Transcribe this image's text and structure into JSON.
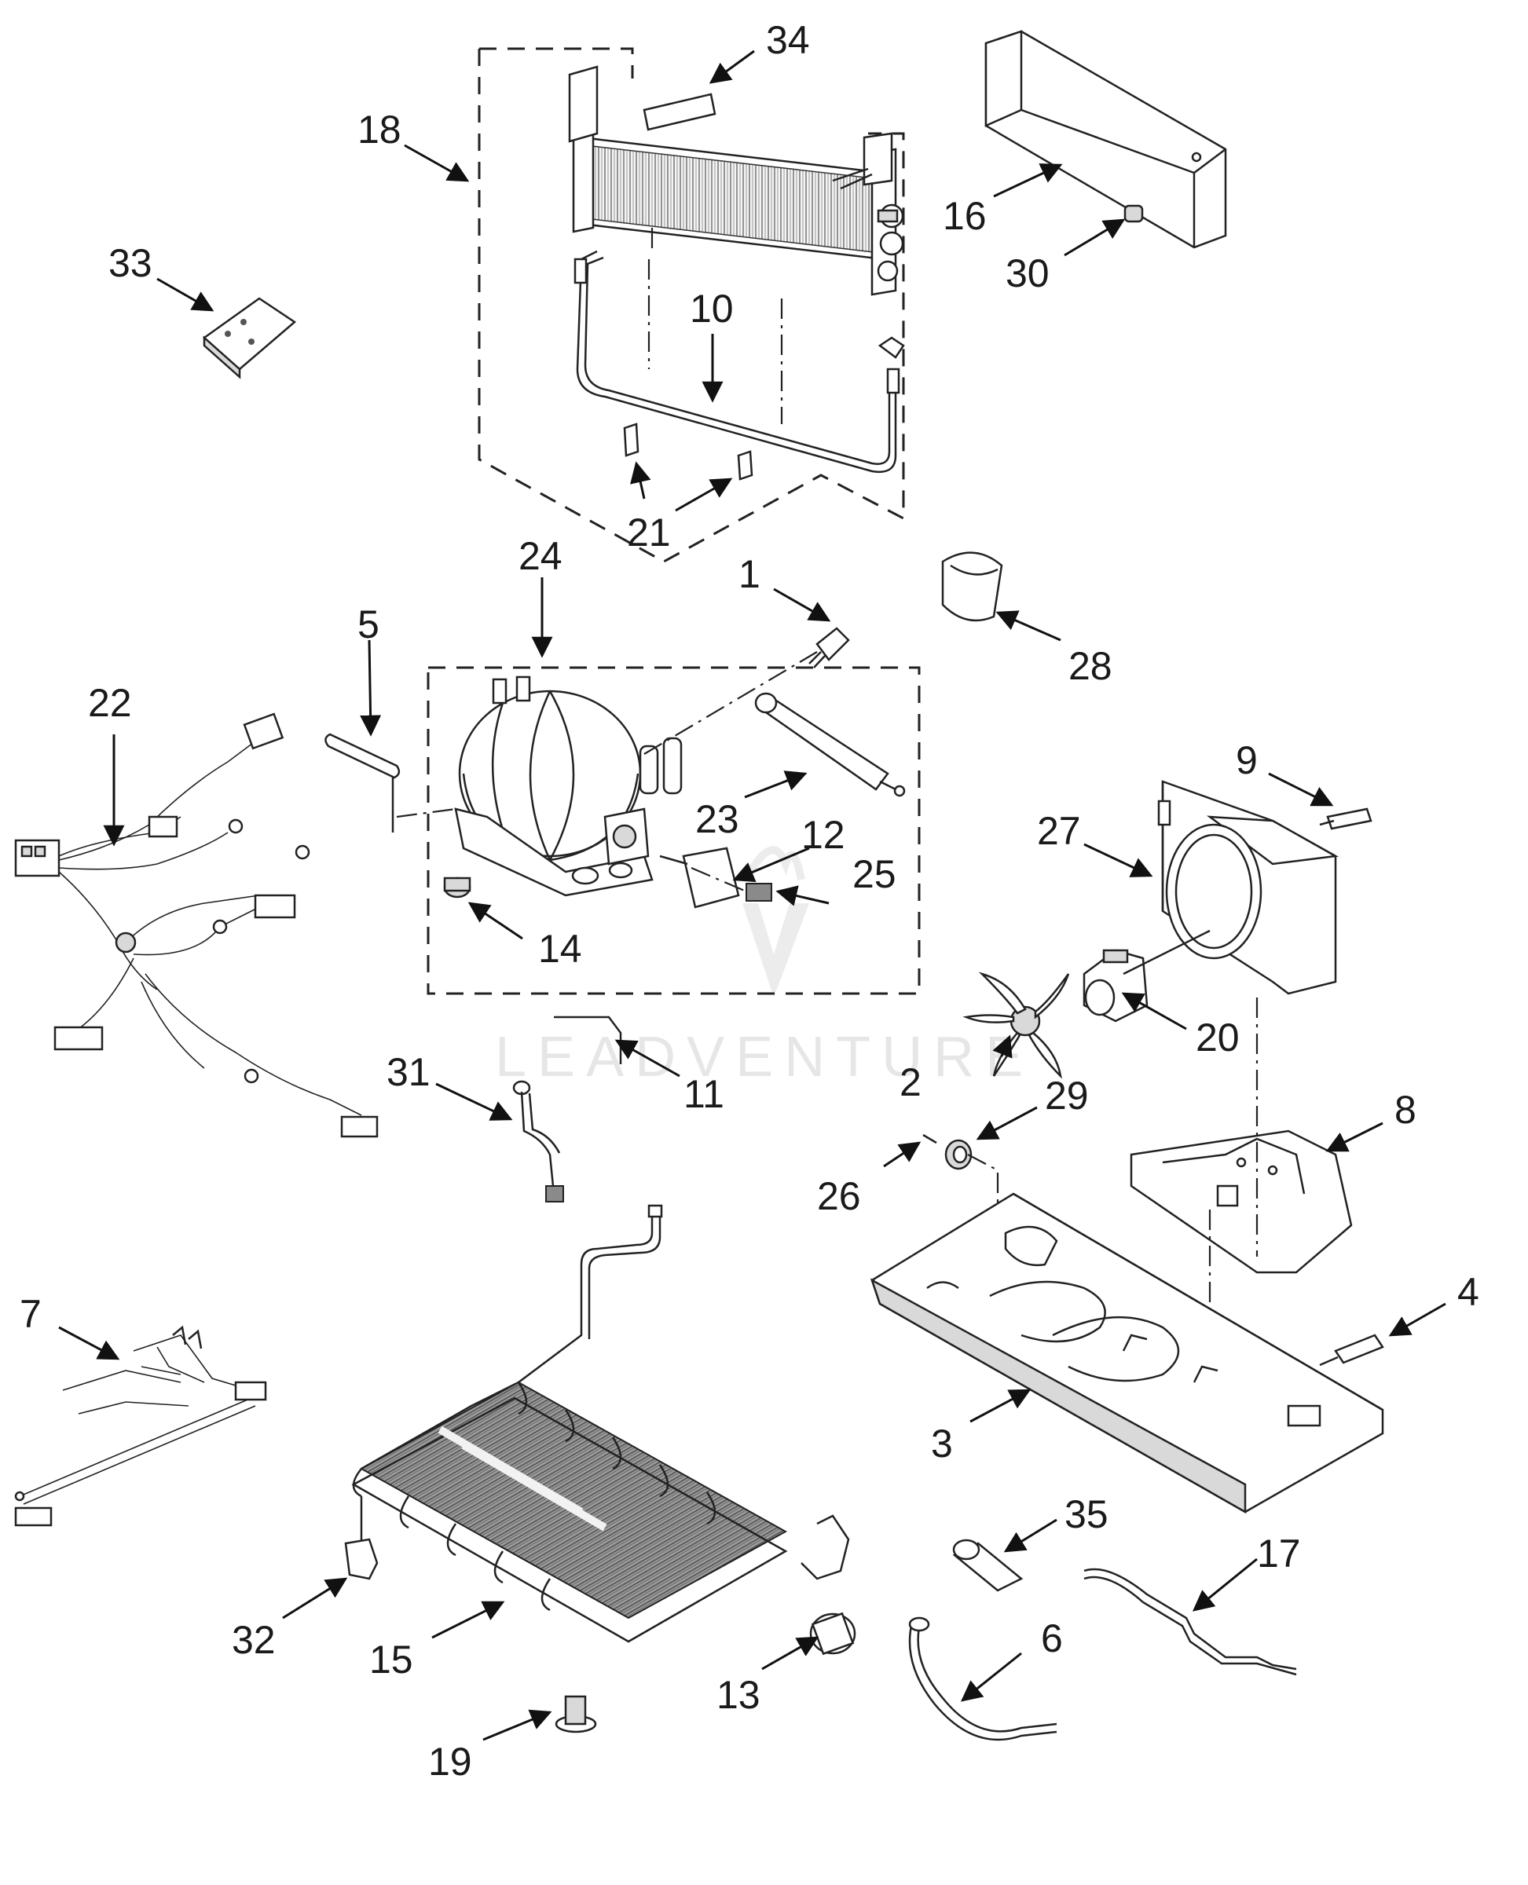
{
  "watermark": "LEADVENTURE",
  "callouts": {
    "c1": "1",
    "c2": "2",
    "c3": "3",
    "c4": "4",
    "c5": "5",
    "c6": "6",
    "c7": "7",
    "c8": "8",
    "c9": "9",
    "c10": "10",
    "c11": "11",
    "c12": "12",
    "c13": "13",
    "c14": "14",
    "c15": "15",
    "c16": "16",
    "c17": "17",
    "c18": "18",
    "c19": "19",
    "c20": "20",
    "c21": "21",
    "c22": "22",
    "c23": "23",
    "c24": "24",
    "c25": "25",
    "c26": "26",
    "c27": "27",
    "c28": "28",
    "c29": "29",
    "c30": "30",
    "c31": "31",
    "c32": "32",
    "c33": "33",
    "c34": "34",
    "c35": "35"
  }
}
